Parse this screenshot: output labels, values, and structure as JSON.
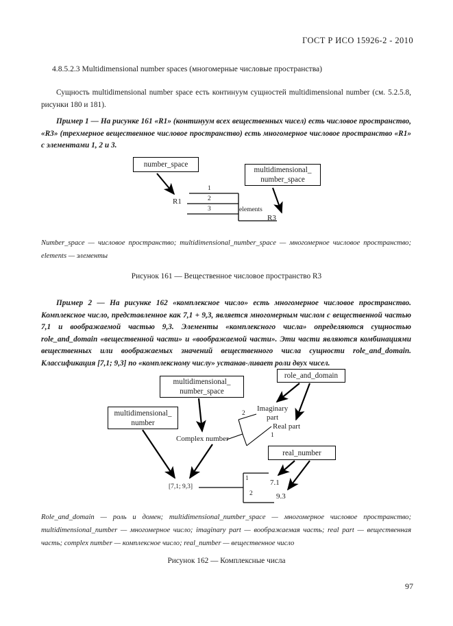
{
  "document": {
    "standard_header": "ГОСТ Р ИСО 15926-2 - 2010",
    "page_number": "97"
  },
  "section": {
    "heading": "4.8.5.2.3 Multidimensional number spaces (многомерные числовые пространства)",
    "intro_paragraph": "Сущность multidimensional  number  space есть континуум сущностей multidimensional  number (см. 5.2.5.8, рисунки 180 и 181).",
    "example_1": "Пример 1 — На рисунке 161 «R1» (континуум всех вещественных чисел) есть числовое пространство, «R3» (трехмерное вещественное числовое пространство) есть многомерное числовое пространство «R1» с элементами 1, 2 и 3.",
    "example_2": "Пример 2 — На рисунке 162 «комплексное число» есть многомерное числовое пространство. Комплексное число, представленное как 7,1 + 9,3, является многомерным числом с вещественной частью 7,1 и воображаемой частью 9,3. Элементы «комплексного числа» определяются сущностью role_and_domain «вещественной части» и «воображаемой части». Эти части являются комбинациями вещественных или воображаемых значений вещественного числа сущности role_and_domain. Классификация [7,1; 9,3] по «комплексному числу» устанав-ливает роли двух чисел."
  },
  "figure_161": {
    "caption": "Рисунок 161 — Вещественное числовое пространство R3",
    "legend": "Number_space — числовое пространство; multidimensional_number_space — многомерное числовое пространство; elements — элементы",
    "nodes": {
      "number_space": "number_space",
      "multidimensional_number_space": "multidimensional_\nnumber_space",
      "r1": "R1",
      "r3": "R3",
      "elements_label": "elements"
    },
    "edge_labels": [
      "1",
      "2",
      "3"
    ]
  },
  "figure_162": {
    "caption": "Рисунок 162 — Комплексные числа",
    "legend": "Role_and_domain — роль и домен; multidimensional_number_space — многомерное числовое пространство; multidimensional_number — многомерное число; imaginary part — воображаемая часть; real part — вещественная часть; complex number — комплексное число; real_number — вещественное число",
    "nodes": {
      "multidimensional_number_space": "multidimensional_\nnumber_space",
      "multidimensional_number": "multidimensional_\nnumber",
      "role_and_domain": "role_and_domain",
      "real_number": "real_number",
      "imaginary_part": "Imaginary\npart",
      "real_part": "Real part",
      "complex_number": "Complex number",
      "classification_tuple": "[7,1; 9,3]",
      "value_real": "7.1",
      "value_imaginary": "9.3"
    },
    "edge_labels": {
      "imaginary_index": "2",
      "real_index": "1",
      "value_real_index": "1",
      "value_imaginary_index": "2"
    }
  },
  "colors": {
    "ink": "#1a1a1a",
    "line": "#000000",
    "paper": "#ffffff"
  }
}
